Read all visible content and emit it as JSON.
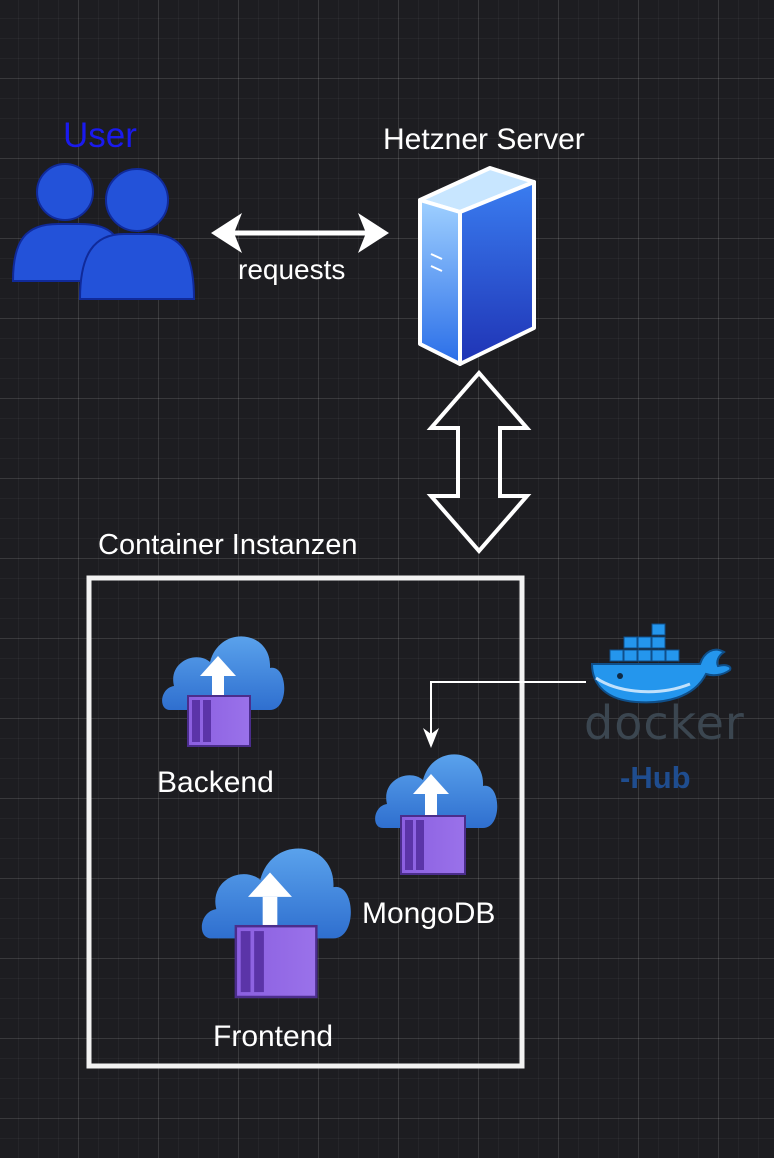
{
  "diagram": {
    "user": {
      "label": "User",
      "color": "#1a1aee",
      "icon": "users-icon",
      "icon_color": "#2352d9"
    },
    "requests_label": "requests",
    "server": {
      "label": "Hetzner Server",
      "icon": "server-icon"
    },
    "group": {
      "label": "Container Instanzen"
    },
    "containers": [
      {
        "label": "Backend",
        "icon": "container-instance-icon"
      },
      {
        "label": "MongoDB",
        "icon": "container-instance-icon"
      },
      {
        "label": "Frontend",
        "icon": "container-instance-icon"
      }
    ],
    "docker": {
      "wordmark": "docker",
      "hub_label": "-Hub",
      "icon": "docker-whale-icon",
      "color": "#1d63ed",
      "hub_color": "#1f4d8f",
      "wordmark_color": "#3b4650"
    },
    "colors": {
      "background": "#1d1d21",
      "line": "#ffffff",
      "cloud": "#4a90e0",
      "container": "#7b4fd1"
    }
  }
}
